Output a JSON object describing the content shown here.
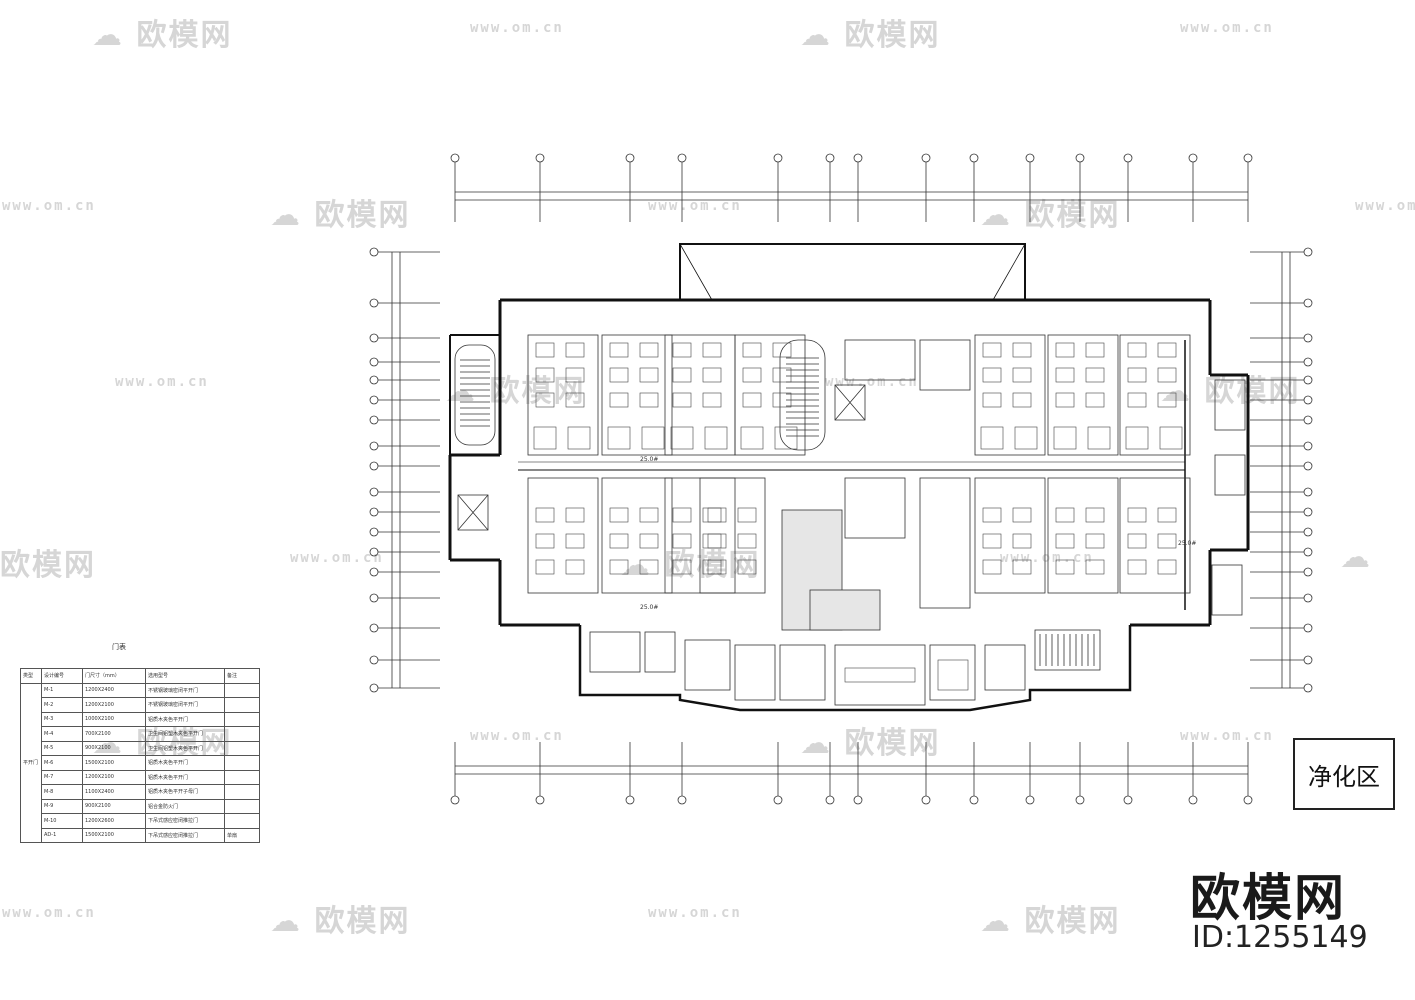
{
  "zone_label": "净化区",
  "brand": {
    "name": "欧模网",
    "id": "ID:1255149"
  },
  "watermark": {
    "logo_text": "欧模网",
    "url": "www.om.cn"
  },
  "plan_labels": {
    "width_top": "25.0#",
    "width_bottom": "25.0#",
    "height_right": "25.0#"
  },
  "door_table": {
    "title": "门表",
    "headers": [
      "类型",
      "设计编号",
      "门尺寸（mm）",
      "选用型号",
      "备注"
    ],
    "category": "平开门",
    "rows": [
      {
        "code": "M-1",
        "size": "1200X2400",
        "model": "不锈钢玻璃密闭平开门",
        "note": ""
      },
      {
        "code": "M-2",
        "size": "1200X2100",
        "model": "不锈钢玻璃密闭平开门",
        "note": ""
      },
      {
        "code": "M-3",
        "size": "1000X2100",
        "model": "铝质木夹色平开门",
        "note": ""
      },
      {
        "code": "M-4",
        "size": "700X2100",
        "model": "卫生间铝塑木夹色平开门",
        "note": ""
      },
      {
        "code": "M-5",
        "size": "900X2100",
        "model": "卫生间铝塑木夹色平开门",
        "note": ""
      },
      {
        "code": "M-6",
        "size": "1500X2100",
        "model": "铝质木夹色平开门",
        "note": ""
      },
      {
        "code": "M-7",
        "size": "1200X2100",
        "model": "铝质木夹色平开门",
        "note": ""
      },
      {
        "code": "M-8",
        "size": "1100X2400",
        "model": "铝质木夹色平开子母门",
        "note": ""
      },
      {
        "code": "M-9",
        "size": "900X2100",
        "model": "铝合金防火门",
        "note": ""
      },
      {
        "code": "M-10",
        "size": "1200X2600",
        "model": "下吊式感应密闭推拉门",
        "note": ""
      },
      {
        "code": "AD-1",
        "size": "1500X2100",
        "model": "下吊式感应密闭推拉门",
        "note": "单扇"
      }
    ]
  }
}
